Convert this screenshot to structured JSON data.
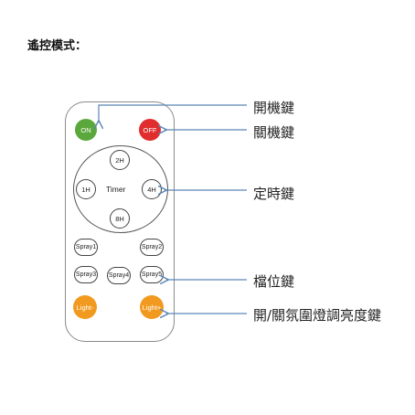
{
  "page": {
    "title": "遙控模式："
  },
  "remote": {
    "on_label": "ON",
    "off_label": "OFF",
    "timer": {
      "label": "Timer",
      "buttons": [
        "2H",
        "1H",
        "4H",
        "8H"
      ]
    },
    "spray": [
      "Spray1",
      "Spray2",
      "Spray3",
      "Spray4",
      "Spray5"
    ],
    "light_left": "Light-",
    "light_right": "Light+"
  },
  "callouts": {
    "on": "開機鍵",
    "off": "關機鍵",
    "timer": "定時鍵",
    "spray": "檔位鍵",
    "light": "開/關氛圍燈調亮度鍵"
  },
  "colors": {
    "on": "#5aa83b",
    "off": "#e02e2e",
    "light": "#f29a1f",
    "arrow": "#5b86b6"
  }
}
